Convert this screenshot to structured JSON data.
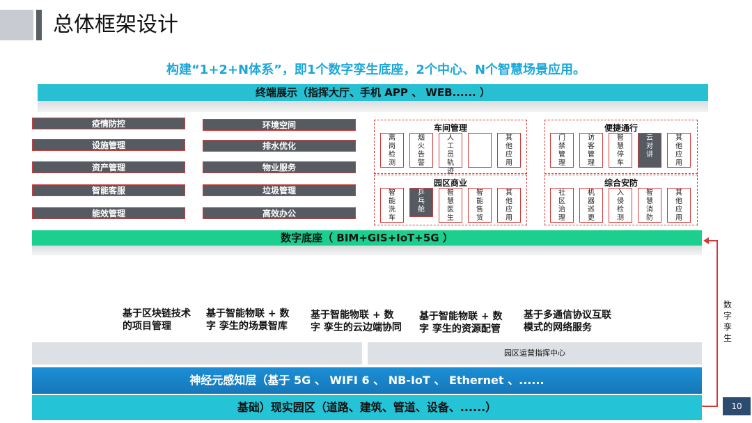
{
  "header": {
    "title": "总体框架设计"
  },
  "subtitle": "构建“1+2+N体系”，即1个数字孪生底座，2个中心、N个智慧场景应用。",
  "terminal": "终端展示（指挥大厅、手机 APP 、 WEB...... ）",
  "services_left": [
    "疫情防控",
    "设施管理",
    "资产管理",
    "智能客服",
    "能效管理"
  ],
  "services_mid": [
    "环境空间",
    "排水优化",
    "物业服务",
    "垃圾管理",
    "高效办公"
  ],
  "panels": {
    "workshop": {
      "title": "车间管理",
      "cells": [
        "离岗检测",
        "烟火告警",
        "人工员轨迹",
        "",
        "其他应用"
      ]
    },
    "convenient": {
      "title": "便捷通行",
      "cells": [
        "门禁管理",
        "访客管理",
        "智慧停车",
        "云对讲",
        "其他应用"
      ]
    },
    "business": {
      "title": "园区商业",
      "cells": [
        "智能洗车",
        "乒乓舱",
        "智慧医生",
        "智能售货",
        "其他应用"
      ]
    },
    "security": {
      "title": "综合安防",
      "cells": [
        "社区治理",
        "机器巡更",
        "入侵检测",
        "智慧消防",
        "其他应用"
      ]
    }
  },
  "digital_base": "数字底座（ BIM+GIS+IoT+5G ）",
  "capabilities": [
    "基于区块链技术的项目管理",
    "基于智能物联 + 数字 孪生的场景智库",
    "基于智能物联 + 数字 孪生的云边端协同",
    "基于智能物联 + 数字 孪生的资源配管",
    "基于多通信协议互联模式的网络服务"
  ],
  "ops_center": "园区运营指挥中心",
  "neural_layer": "神经元感知层（基于 5G 、 WIFI 6 、 NB-IoT 、 Ethernet 、......",
  "foundation": "基础）现实园区（道路、建筑、管道、设备、......）",
  "side_label": "数字孪生",
  "page_number": "10",
  "colors": {
    "accent": "#1aa7d8",
    "terminal": "#27bfd2",
    "digital": "#1ccf8f",
    "neural": "#1577b8",
    "foundation": "#25c3d6",
    "frame": "#d23a3a"
  }
}
